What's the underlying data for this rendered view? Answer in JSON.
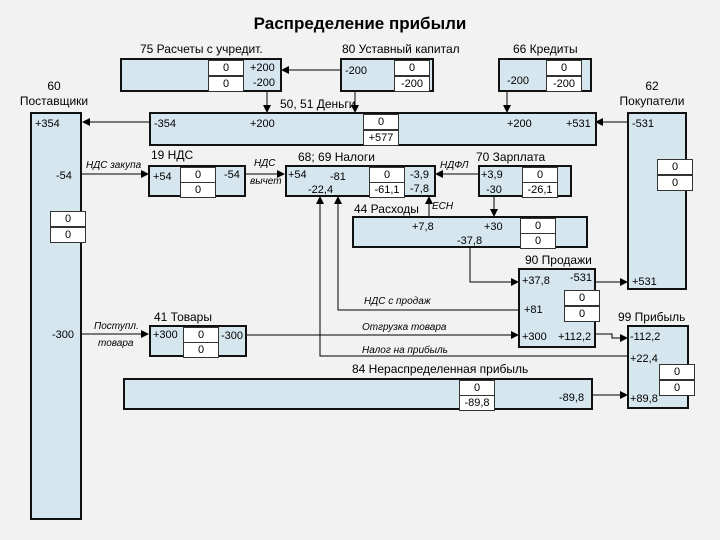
{
  "title": "Распределение прибыли",
  "accounts": {
    "acc75": {
      "label": "75 Расчеты с учредит.",
      "v1": "+200",
      "v2": "-200",
      "c1": "0",
      "c2": "0"
    },
    "acc80": {
      "label": "80 Уставный капитал",
      "v1": "-200",
      "c1": "0",
      "c2": "-200"
    },
    "acc66": {
      "label": "66 Кредиты",
      "v1": "-200",
      "c1": "0",
      "c2": "-200"
    },
    "acc60": {
      "label1": "60",
      "label2": "Поставщики",
      "v1": "+354",
      "v2": "-54",
      "v3": "-300",
      "c1": "0",
      "c2": "0"
    },
    "acc62": {
      "label1": "62",
      "label2": "Покупатели",
      "v1": "-531",
      "v2": "+531",
      "c1": "0",
      "c2": "0"
    },
    "acc50": {
      "label": "50, 51 Деньги",
      "v1": "-354",
      "v2": "+200",
      "v3": "+200",
      "v4": "+531",
      "c1": "0",
      "c2": "+577"
    },
    "acc19": {
      "label": "19 НДС",
      "v1": "+54",
      "v2": "-54",
      "c1": "0",
      "c2": "0"
    },
    "acc68": {
      "label": "68; 69 Налоги",
      "v1": "+54",
      "v2": "-81",
      "v3": "-22,4",
      "v4": "-3,9",
      "v5": "-7,8",
      "c1": "0",
      "c2": "-61,1"
    },
    "acc70": {
      "label": "70 Зарплата",
      "v1": "+3,9",
      "v2": "-30",
      "c1": "0",
      "c2": "-26,1"
    },
    "acc44": {
      "label": "44 Расходы",
      "v1": "+7,8",
      "v2": "+30",
      "v3": "-37,8",
      "c1": "0",
      "c2": "0"
    },
    "acc90": {
      "label": "90 Продажи",
      "v1": "+37,8",
      "v2": "-531",
      "v3": "+81",
      "v4": "+300",
      "v5": "+112,2",
      "c1": "0",
      "c2": "0"
    },
    "acc41": {
      "label": "41 Товары",
      "v1": "+300",
      "v2": "-300",
      "c1": "0",
      "c2": "0"
    },
    "acc99": {
      "label": "99 Прибыль",
      "v1": "-112,2",
      "v2": "+22,4",
      "v3": "+89,8",
      "c1": "0",
      "c2": "0"
    },
    "acc84": {
      "label": "84 Нераспределенная  прибыль",
      "v1": "-89,8",
      "c1": "0",
      "c2": "-89,8"
    }
  },
  "flows": {
    "vat_purchase": "НДС закупа",
    "vat_deduct1": "НДС",
    "vat_deduct2": "вычет",
    "ndfl": "НДФЛ",
    "esn": "ЕСН",
    "vat_sales": "НДС с продаж",
    "goods_in1": "Поступл.",
    "goods_in2": "товара",
    "goods_ship": "Отгрузка товара",
    "profit_tax": "Налог на прибыль"
  }
}
